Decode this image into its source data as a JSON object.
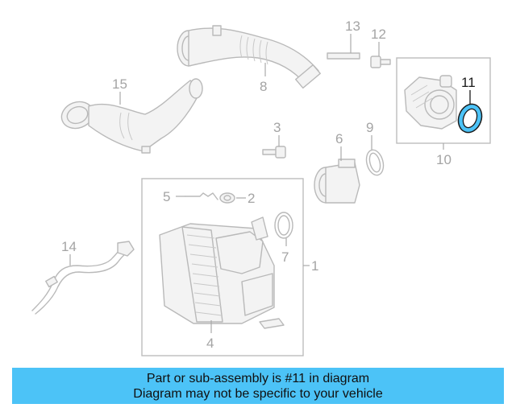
{
  "callouts": {
    "c1": "1",
    "c2": "2",
    "c3": "3",
    "c4": "4",
    "c5": "5",
    "c6": "6",
    "c7": "7",
    "c8": "8",
    "c9": "9",
    "c10": "10",
    "c11": "11",
    "c12": "12",
    "c13": "13",
    "c14": "14",
    "c15": "15"
  },
  "highlight": {
    "part": "11",
    "color": "#4cc3f7"
  },
  "banner": {
    "line1": "Part or sub-assembly is #11 in diagram",
    "line2": "Diagram may not be specific to your vehicle",
    "background": "#4cc3f7"
  }
}
